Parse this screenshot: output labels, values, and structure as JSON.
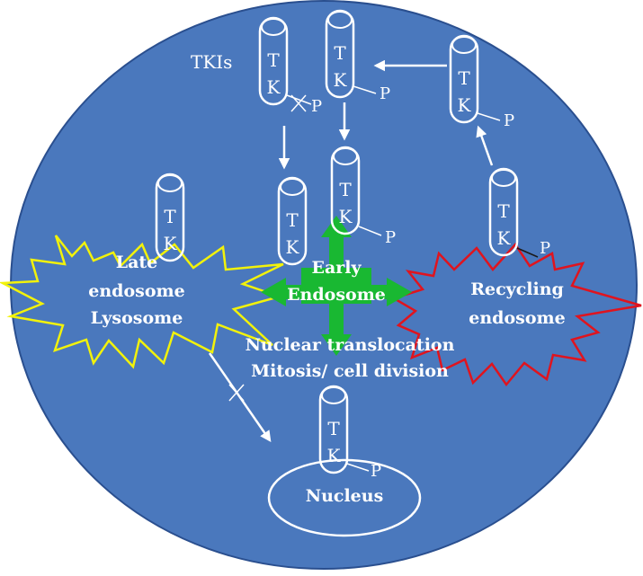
{
  "colors": {
    "cell_fill": "#4a78bd",
    "cell_stroke": "#2a4f8f",
    "white": "#ffffff",
    "late_star_stroke": "#f2f20a",
    "recycling_star_stroke": "#e0141e",
    "early_cross": "#19b832",
    "late_star_fill": "#4a78bd"
  },
  "receptor_letters": {
    "t": "T",
    "k": "K",
    "p": "P"
  },
  "labels": {
    "tkis": "TKIs",
    "late_line1": "Late",
    "late_line2": "endosome",
    "late_line3": "Lysosome",
    "early_line1": "Early",
    "early_line2": "Endosome",
    "recycling_line1": "Recycling",
    "recycling_line2": "endosome",
    "nuclear_translocation": "Nuclear translocation",
    "mitosis": "Mitosis/ cell division",
    "nucleus": "Nucleus"
  },
  "icons": {
    "blocked_marker": "x-cross-icon",
    "arrow": "arrow-icon"
  }
}
